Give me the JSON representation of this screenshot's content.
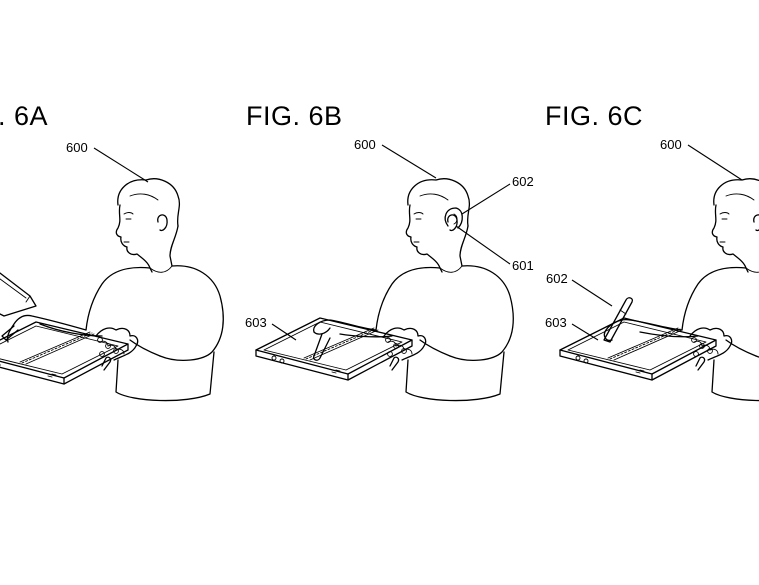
{
  "figures": [
    {
      "id": "6A",
      "title": ". 6A",
      "labels": {
        "person": "600"
      }
    },
    {
      "id": "6B",
      "title": "FIG. 6B",
      "labels": {
        "person": "600",
        "earpiece": "602",
        "ear_device": "601",
        "tablet": "603"
      }
    },
    {
      "id": "6C",
      "title": "FIG. 6C",
      "labels": {
        "person": "600",
        "stylus": "602",
        "tablet": "603"
      }
    }
  ]
}
